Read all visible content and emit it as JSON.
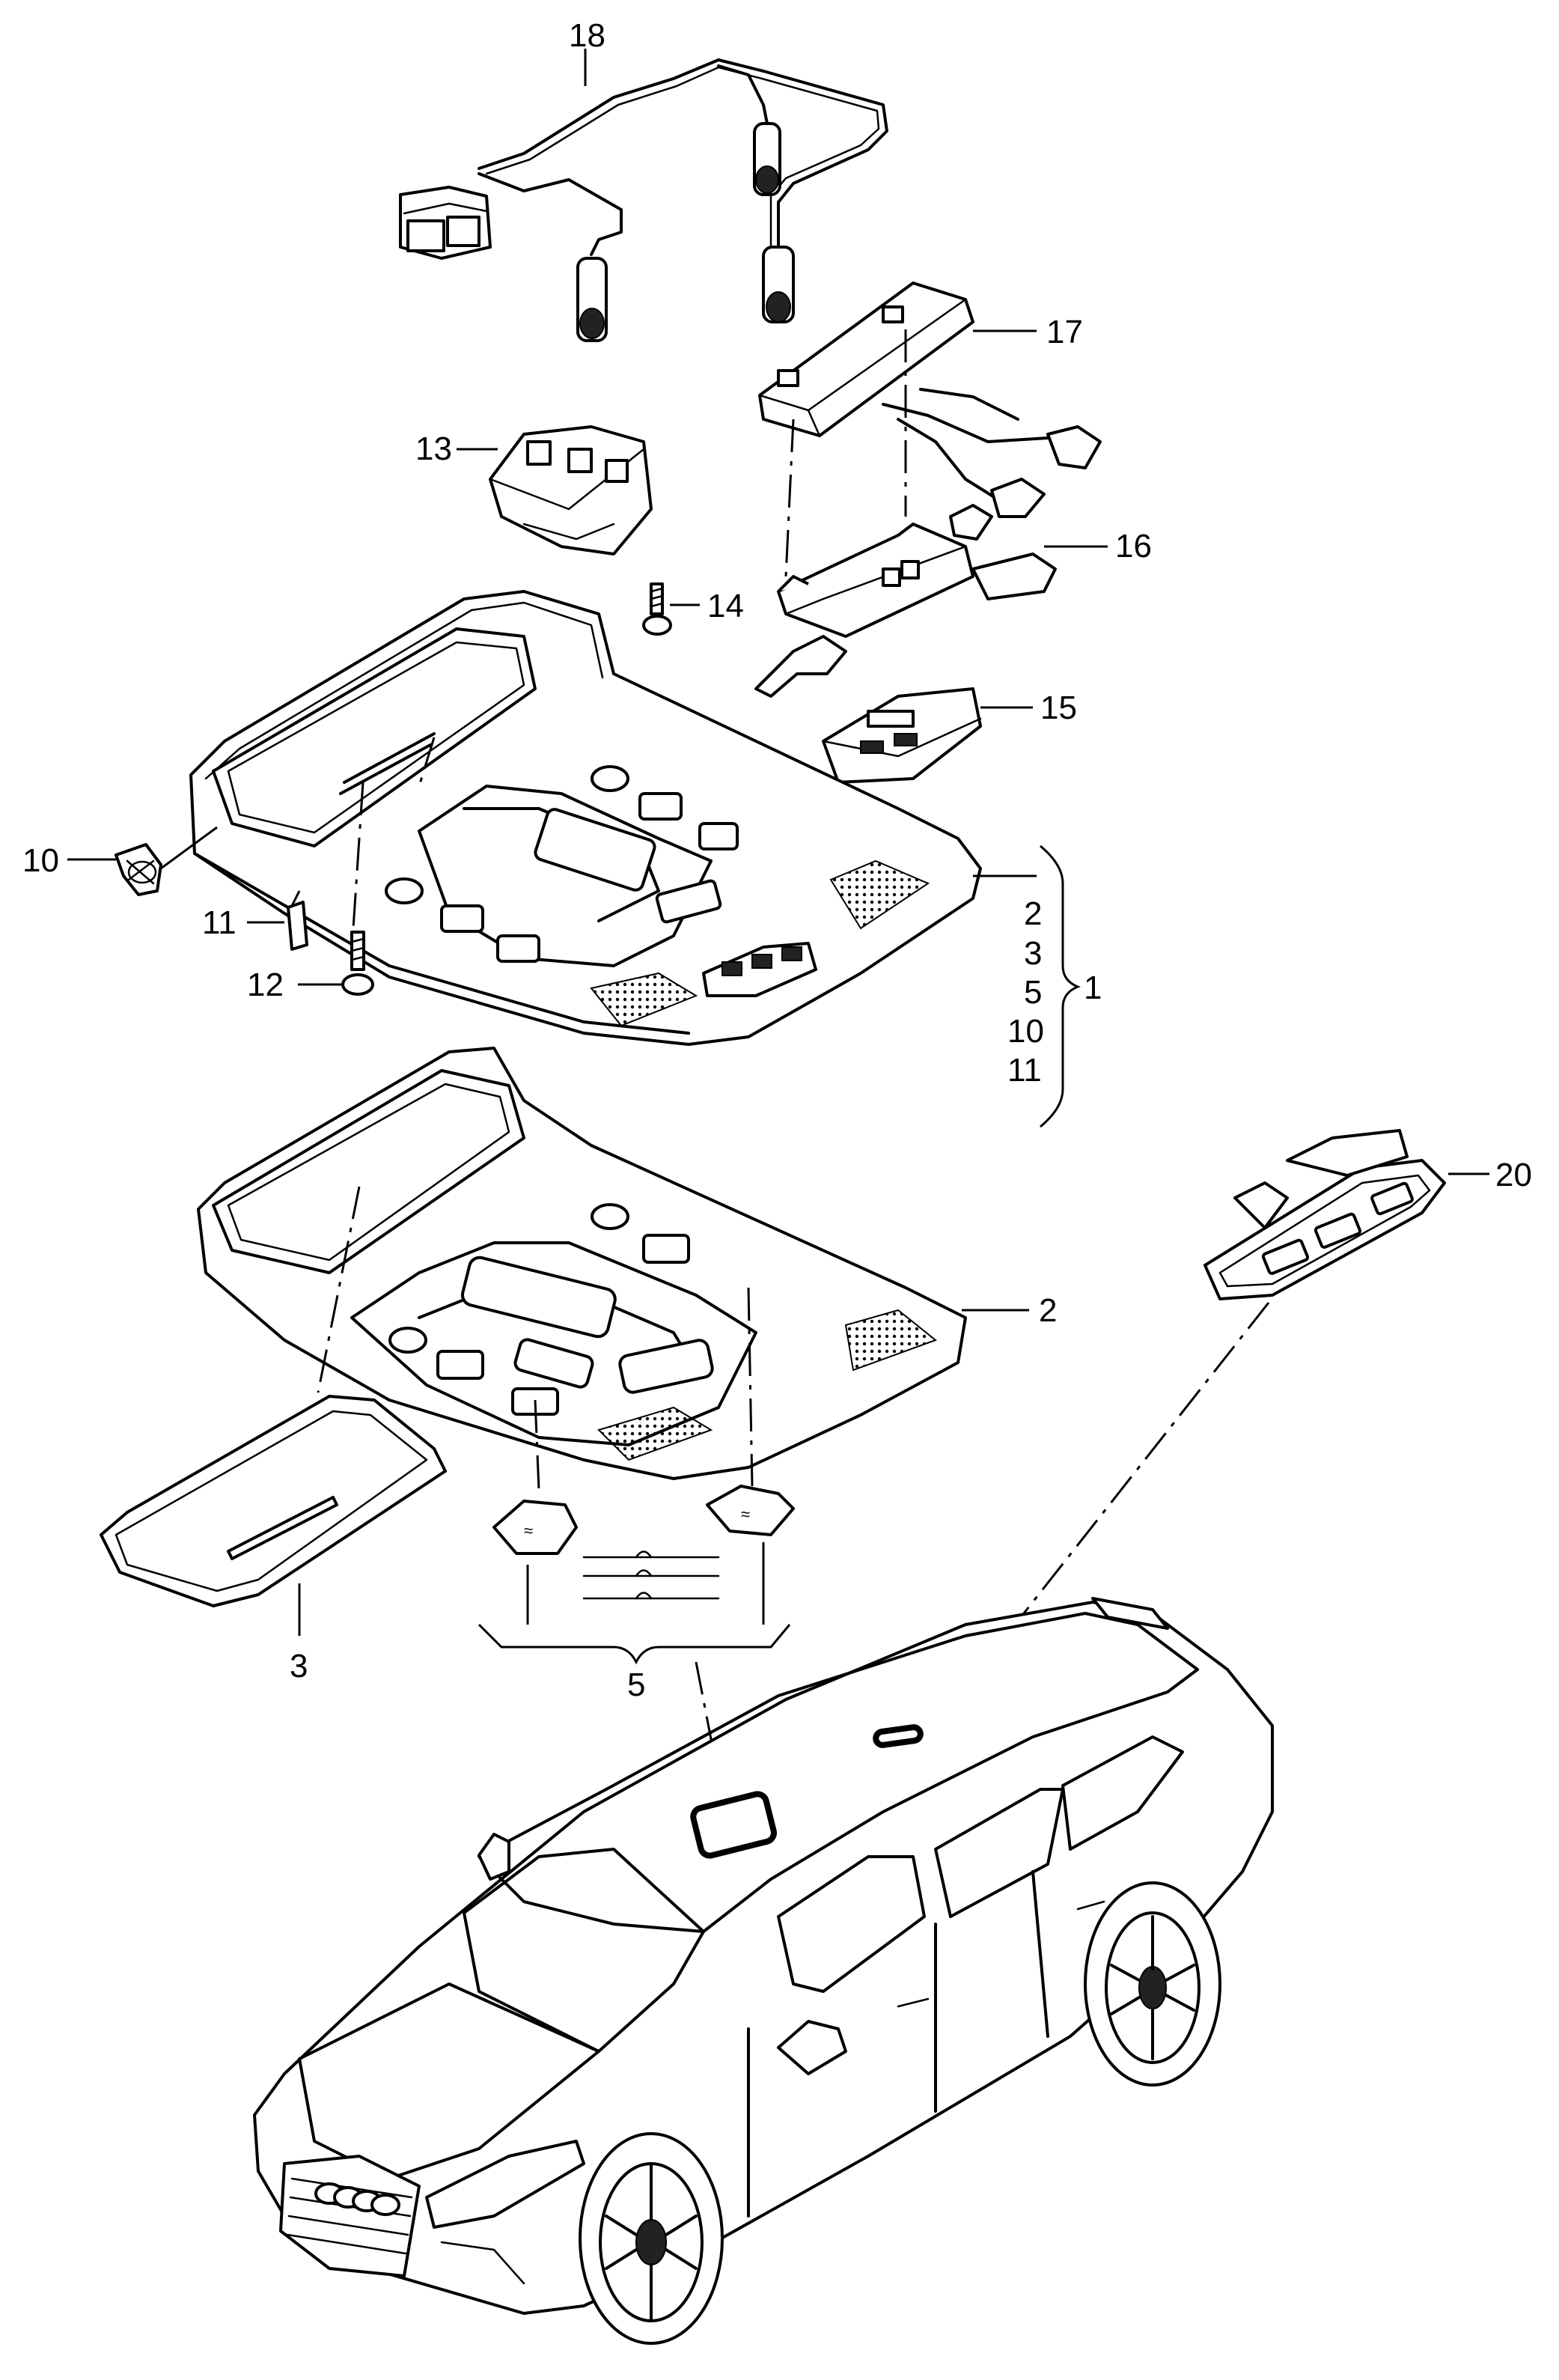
{
  "callouts": {
    "c18": "18",
    "c17": "17",
    "c13": "13",
    "c16": "16",
    "c14": "14",
    "c15": "15",
    "c10": "10",
    "c11": "11",
    "c12": "12",
    "c2a": "2",
    "c2b": "2",
    "c3a": "3",
    "c3b": "3",
    "c5a": "5",
    "c5b": "5",
    "c10b": "10",
    "c11b": "11",
    "c1": "1",
    "c20": "20"
  }
}
